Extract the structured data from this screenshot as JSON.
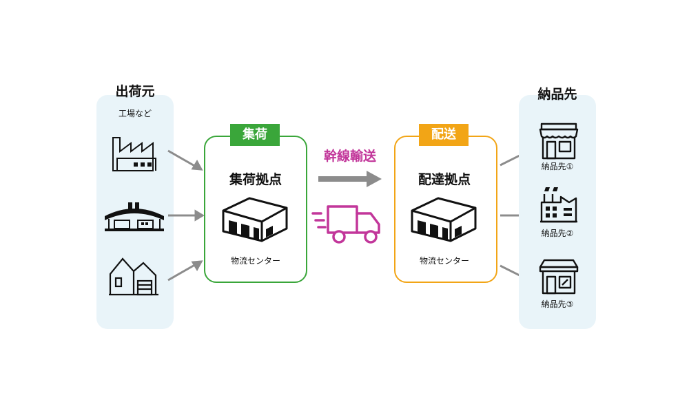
{
  "left": {
    "title": "出荷元",
    "subtitle": "工場など",
    "icons": [
      "factory-icon",
      "warehouse-icon",
      "house-icon"
    ]
  },
  "collection": {
    "tag": "集荷",
    "title": "集荷拠点",
    "caption": "物流センター",
    "color": "#3aa63a"
  },
  "trunk": {
    "label": "幹線輸送",
    "color": "#c2369a"
  },
  "delivery": {
    "tag": "配送",
    "title": "配達拠点",
    "caption": "物流センター",
    "color": "#f2a516"
  },
  "right": {
    "title": "納品先",
    "items": [
      {
        "label": "納品先①",
        "icon": "store-icon"
      },
      {
        "label": "納品先②",
        "icon": "factory-icon"
      },
      {
        "label": "納品先③",
        "icon": "shop-icon"
      }
    ]
  },
  "colors": {
    "panel": "#e9f4f9",
    "arrow": "#8c8c8c"
  }
}
